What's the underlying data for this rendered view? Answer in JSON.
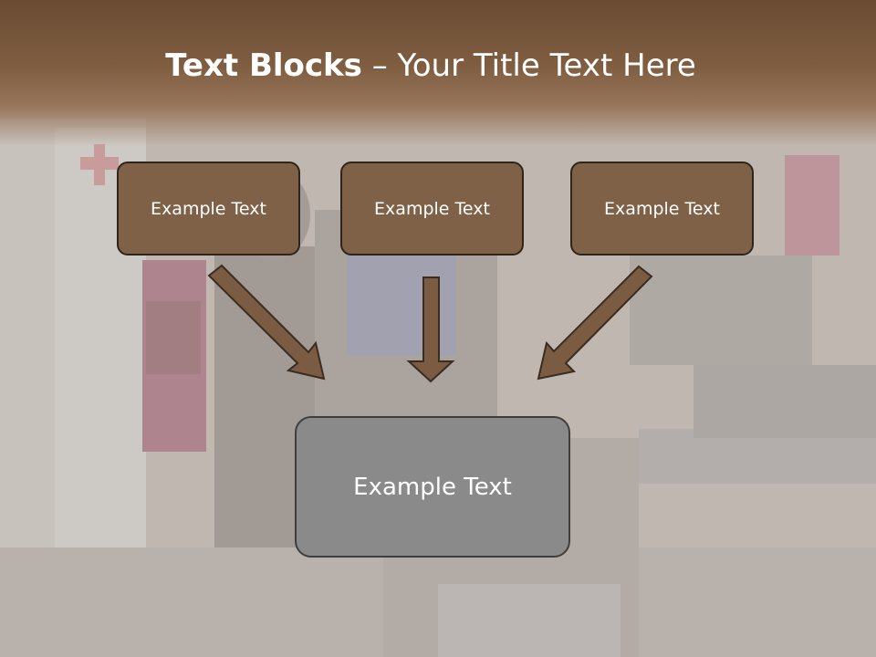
{
  "slide": {
    "title_bold": "Text Blocks",
    "title_rest": " – Your Title Text Here",
    "blocks": [
      {
        "label": "Example Text"
      },
      {
        "label": "Example Text"
      },
      {
        "label": "Example Text"
      }
    ],
    "target": {
      "label": "Example Text"
    }
  },
  "colors": {
    "title_band": "#7f5d41",
    "box_fill": "#7f6148",
    "box_border": "#2f2419",
    "target_fill": "#8a8a8a",
    "arrow_fill": "#7b5b41"
  }
}
